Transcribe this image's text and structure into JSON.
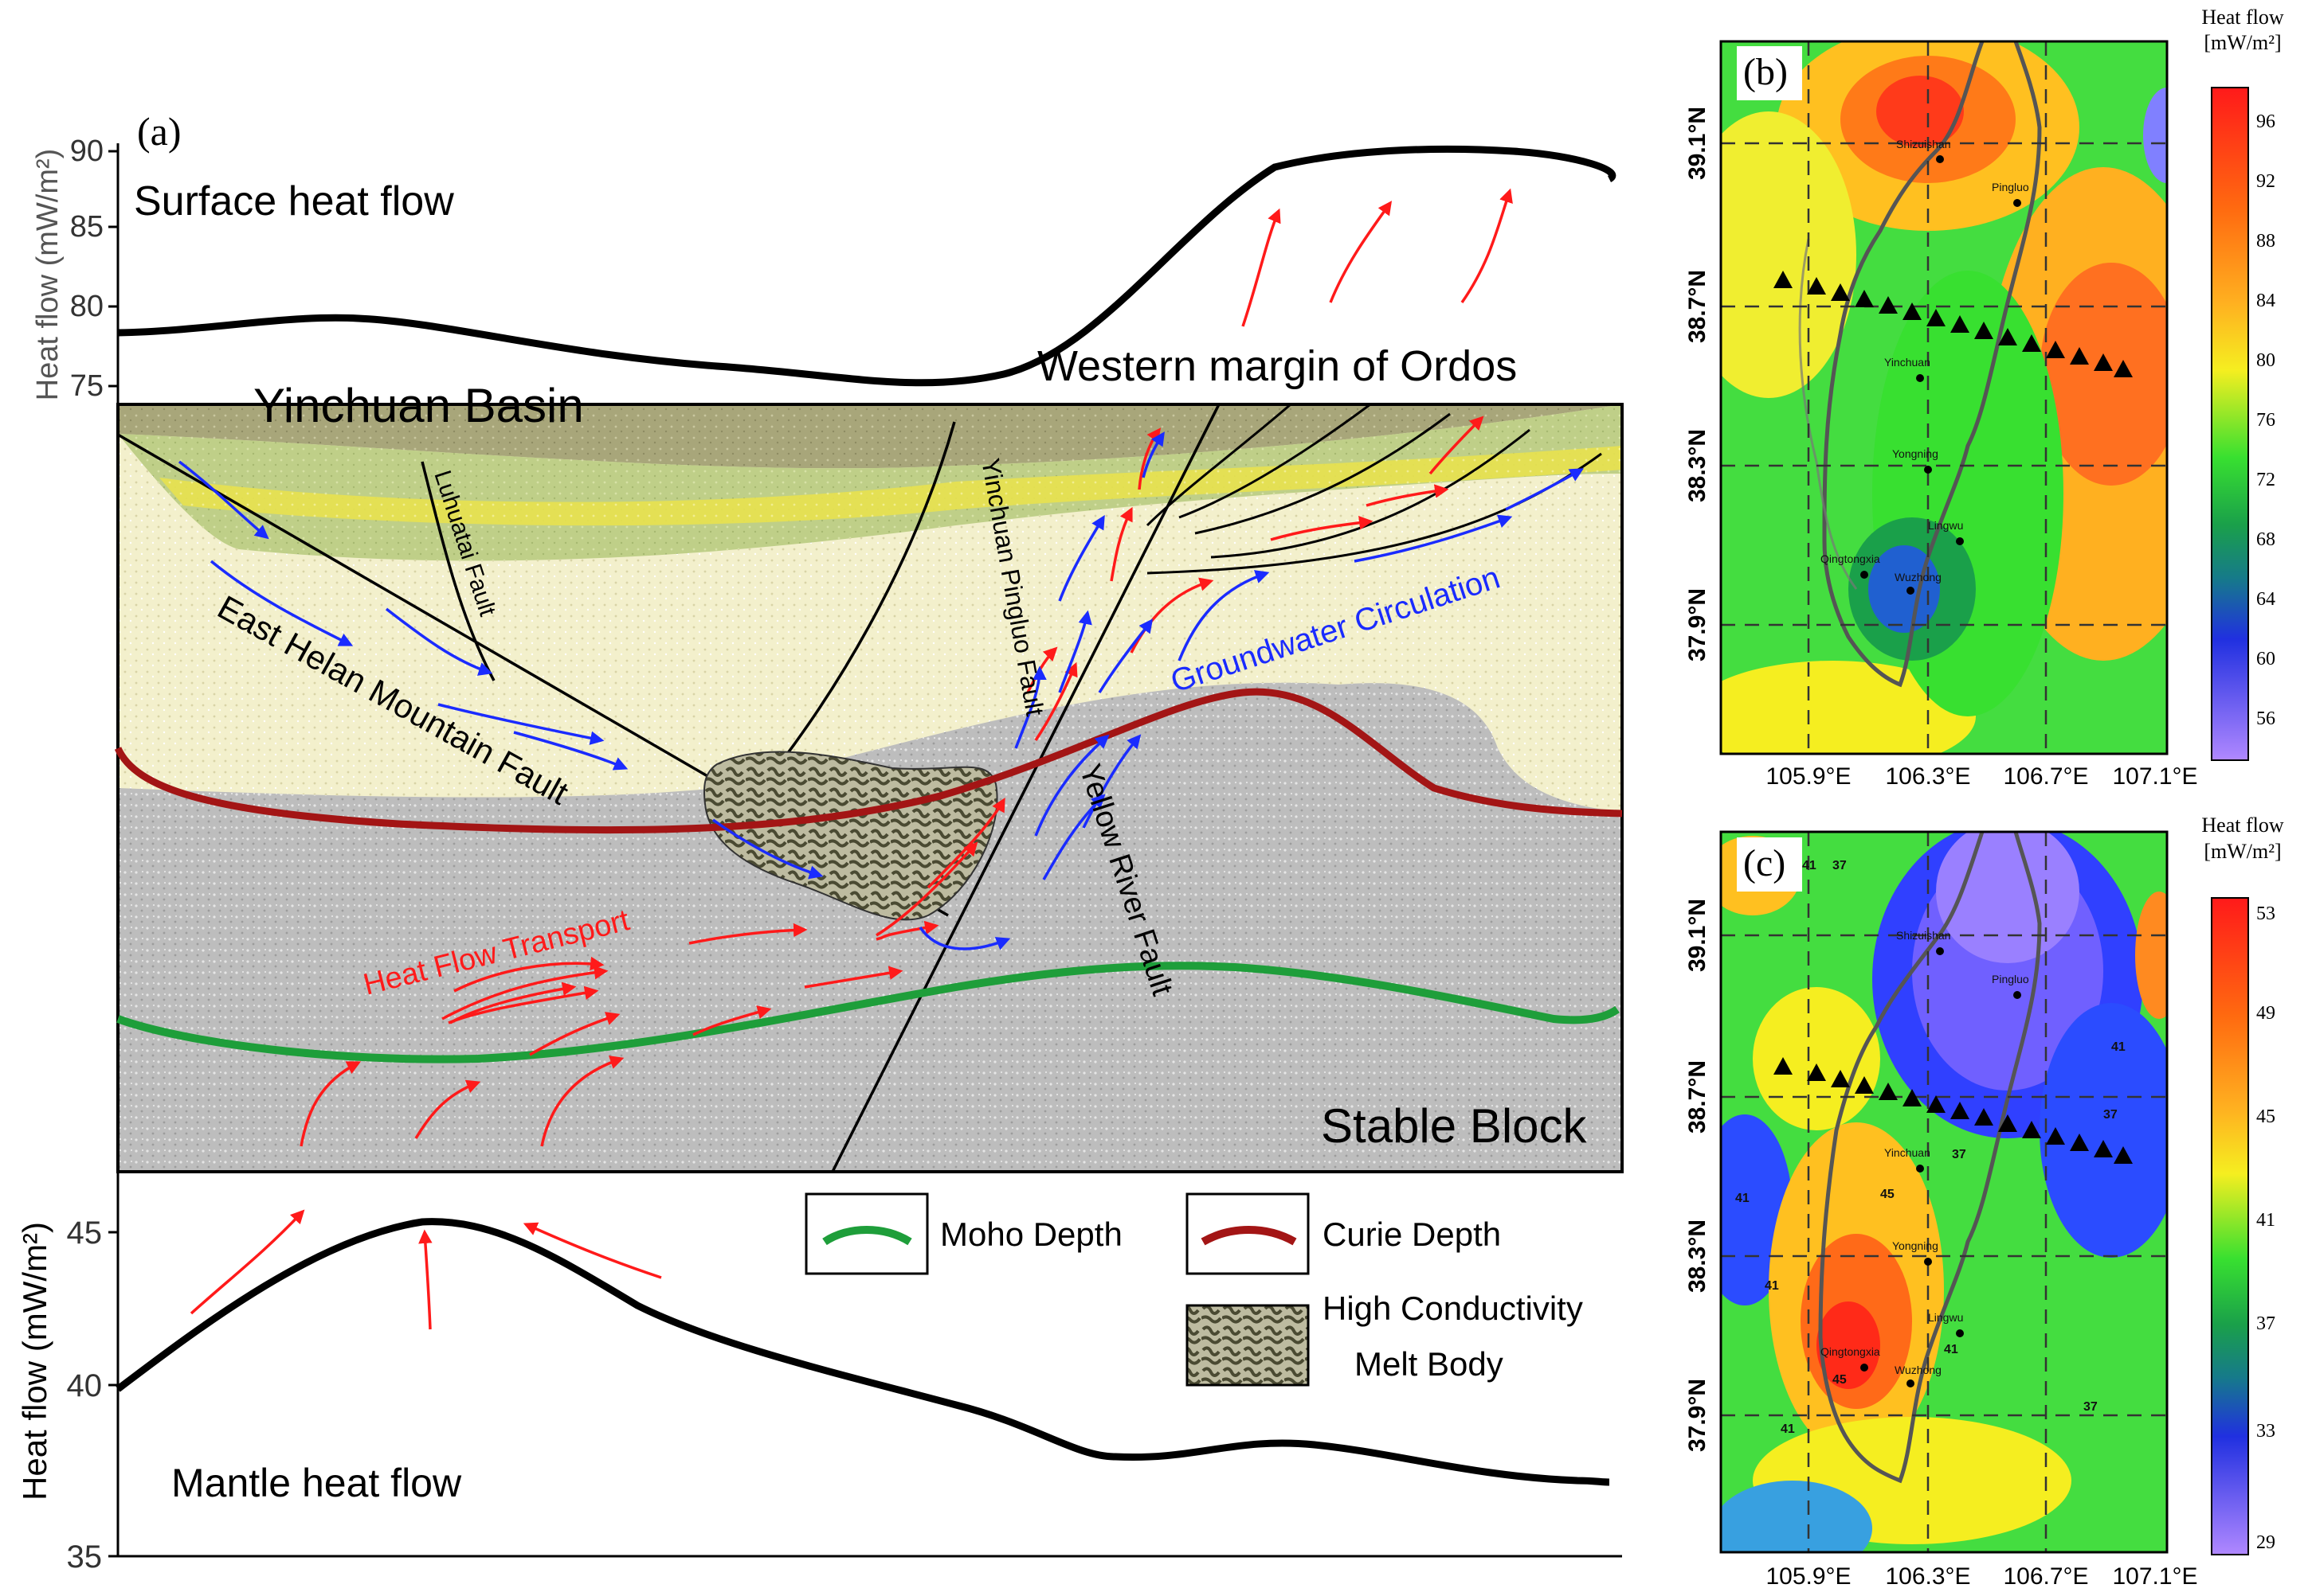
{
  "panel_a": {
    "label": "(a)",
    "top_ylabel": "Heat flow (mW/m²)",
    "top_ticks": [
      "90",
      "85",
      "80",
      "75"
    ],
    "surface_title": "Surface heat flow",
    "yinchuan_basin": "Yinchuan Basin",
    "western_margin": "Western margin of Ordos",
    "luhuatai_fault": "Luhuatai Fault",
    "east_helan_fault": "East Helan Mountain Fault",
    "yinchuan_pingluo_fault": "Yinchuan Pingluo Fault",
    "yellow_river_fault": "Yellow River Fault",
    "groundwater": "Groundwater Circulation",
    "heat_transport": "Heat Flow Transport",
    "stable_block": "Stable Block",
    "bottom_ylabel": "Heat flow (mW/m²)",
    "bottom_ticks": [
      "45",
      "40",
      "35"
    ],
    "mantle_title": "Mantle heat flow",
    "legend": {
      "moho": "Moho Depth",
      "curie": "Curie Depth",
      "melt_line1": "High Conductivity",
      "melt_line2": "Melt Body"
    },
    "colors": {
      "moho": "#1e9e3a",
      "curie": "#a31515",
      "heat_arrow": "#ff1a1a",
      "water_arrow": "#1a2bff",
      "stable_block": "#bdbdbd",
      "sediment": "#f3f0cc"
    }
  },
  "panel_b": {
    "label": "(b)",
    "colorbar_title_1": "Heat flow",
    "colorbar_title_2": "[mW/m²]",
    "colorbar_ticks": [
      "96",
      "92",
      "88",
      "84",
      "80",
      "76",
      "72",
      "68",
      "64",
      "60",
      "56"
    ],
    "lat_labels": [
      "39.1°N",
      "38.7°N",
      "38.3°N",
      "37.9°N"
    ],
    "lon_labels": [
      "105.9°E",
      "106.3°E",
      "106.7°E",
      "107.1°E"
    ],
    "cities": [
      "Shizuishan",
      "Pingluo",
      "Yinchuan",
      "Yongning",
      "Lingwu",
      "Qingtongxia",
      "Wuzhong"
    ]
  },
  "panel_c": {
    "label": "(c)",
    "colorbar_title_1": "Heat flow",
    "colorbar_title_2": "[mW/m²]",
    "colorbar_ticks": [
      "53",
      "49",
      "45",
      "41",
      "37",
      "33",
      "29"
    ],
    "lat_labels": [
      "39.1°N",
      "38.7°N",
      "38.3°N",
      "37.9°N"
    ],
    "lon_labels": [
      "105.9°E",
      "106.3°E",
      "106.7°E",
      "107.1°E"
    ],
    "cities": [
      "Shizuishan",
      "Pingluo",
      "Yinchuan",
      "Yongning",
      "Lingwu",
      "Qingtongxia",
      "Wuzhong"
    ],
    "contour_labels": [
      "45",
      "41",
      "37",
      "41",
      "37",
      "37",
      "41",
      "45",
      "41",
      "41",
      "37",
      "41",
      "45"
    ]
  }
}
